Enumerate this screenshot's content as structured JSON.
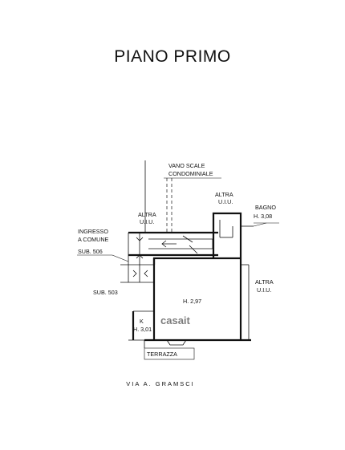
{
  "title": "PIANO PRIMO",
  "labels": {
    "vano_scale_1": "VANO SCALE",
    "vano_scale_2": "CONDOMINIALE",
    "altra_top_1": "ALTRA",
    "altra_top_2": "U.I.U.",
    "altra_left_1": "ALTRA",
    "altra_left_2": "U.I.U.",
    "altra_right_1": "ALTRA",
    "altra_right_2": "U.I.U.",
    "bagno": "BAGNO",
    "bagno_h": "H. 3,08",
    "ingresso_1": "INGRESSO",
    "ingresso_2": "A COMUNE",
    "sub506": "SUB. 506",
    "sub503": "SUB. 503",
    "room_h": "H. 2,97",
    "k": "K",
    "k_h": "H. 3,01",
    "terrazza": "TERRAZZA",
    "watermark": "casait"
  },
  "street": "VIA A. GRAMSCI"
}
